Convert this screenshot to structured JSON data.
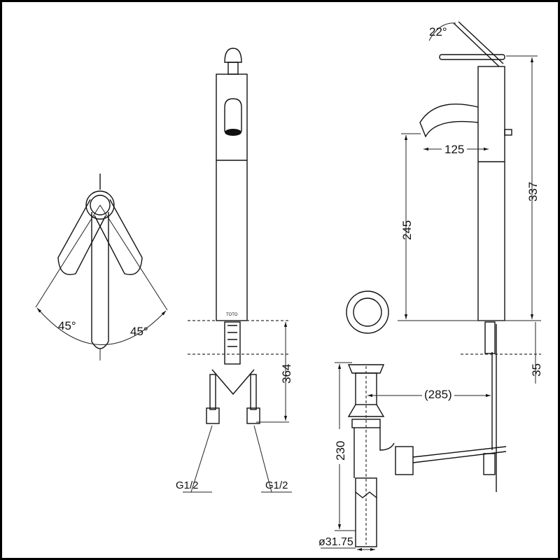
{
  "drawing": {
    "handle_view": {
      "angle_left": "45°",
      "angle_right": "45°"
    },
    "front_view": {
      "height_dim": "364",
      "inlet_left": "G1/2",
      "inlet_right": "G1/2",
      "brand_mark": "TOTO"
    },
    "side_view": {
      "lever_angle": "22°",
      "spout_reach": "125",
      "spout_height": "245",
      "total_height": "337",
      "deck_thickness": "35"
    },
    "drain": {
      "offset": "(285)",
      "length": "230",
      "diameter": "ø31.75"
    }
  }
}
